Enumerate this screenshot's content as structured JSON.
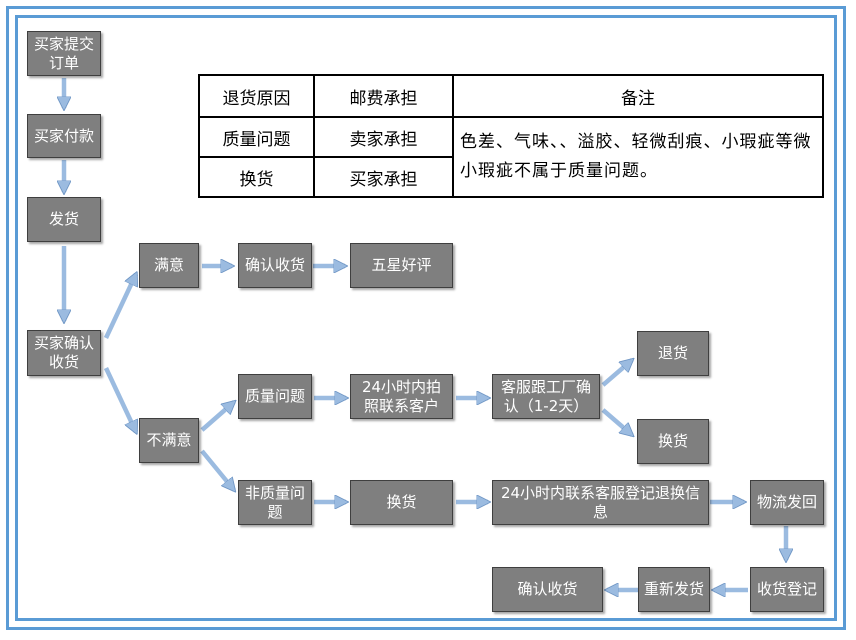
{
  "colors": {
    "frame": "#5a9bd5",
    "arrow": "#9bbbe0",
    "node_fill": "#7f7f7f",
    "node_text": "#ffffff"
  },
  "table": {
    "headers": [
      "退货原因",
      "邮费承担",
      "备注"
    ],
    "rows": [
      {
        "reason": "质量问题",
        "postage": "卖家承担"
      },
      {
        "reason": "换货",
        "postage": "买家承担"
      }
    ],
    "note": "色差、气味、、溢胶、轻微刮痕、小瑕疵等微小瑕疵不属于质量问题。"
  },
  "flow": {
    "submit_order": "买家提交\n订单",
    "buyer_pay": "买家付款",
    "ship": "发货",
    "confirm_receipt": "买家确认\n收货",
    "satisfied": "满意",
    "confirm_goods": "确认收货",
    "five_star": "五星好评",
    "unsatisfied": "不满意",
    "quality_issue": "质量问题",
    "photo_contact": "24小时内拍\n照联系客户",
    "service_factory": "客服跟工厂确\n认（1-2天）",
    "refund": "退货",
    "exchange_a": "换货",
    "non_quality_issue": "非质量问\n题",
    "exchange_b": "换货",
    "register_info": "24小时内联系客服登记退换信\n息",
    "logistics_return": "物流发回",
    "receive_register": "收货登记",
    "reship": "重新发货",
    "confirm_goods_final": "确认收货"
  }
}
